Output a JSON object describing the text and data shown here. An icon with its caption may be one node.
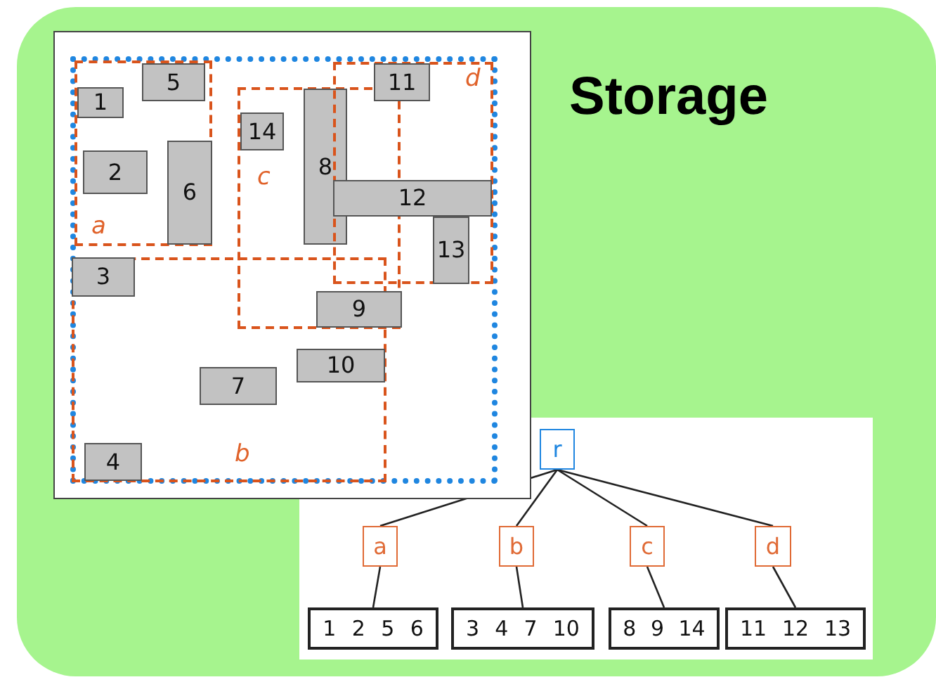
{
  "diagram": {
    "title": "Storage",
    "nodes": [
      {
        "text": [],
        "shape": "box"
      },
      {
        "text": [
          "a"
        ],
        "in": 0
      },
      {
        "text": [
          "b"
        ],
        "in": 0
      },
      {
        "text": [
          "c"
        ],
        "in": 0
      },
      {
        "text": [
          "d"
        ],
        "in": 0
      },
      {
        "text": [
          "1"
        ],
        "in": 1
      },
      {
        "text": [
          "2"
        ],
        "in": 1
      },
      {
        "text": [
          "3"
        ],
        "in": 2
      },
      {
        "text": [
          "4"
        ],
        "in": 2
      },
      {
        "text": [
          "5"
        ],
        "in": 1
      },
      {
        "text": [
          "6"
        ],
        "in": 1
      },
      {
        "text": [
          "7"
        ],
        "in": 2
      },
      {
        "text": [
          "8"
        ],
        "in": 3
      },
      {
        "text": [
          "9"
        ],
        "in": 3
      },
      {
        "text": [
          "10"
        ],
        "in": 2
      },
      {
        "text": [
          "11"
        ],
        "in": 4
      },
      {
        "text": [
          "12"
        ],
        "in": 4
      },
      {
        "text": [
          "13"
        ],
        "in": 4
      },
      {
        "text": [
          "14"
        ],
        "in": 3
      },
      {
        "text": [
          "r"
        ]
      },
      {
        "text": [
          "a"
        ]
      },
      {
        "text": [
          "b"
        ]
      },
      {
        "text": [
          "c"
        ]
      },
      {
        "text": [
          "d"
        ]
      },
      {
        "text": [
          "1",
          "2",
          "5",
          "6"
        ]
      },
      {
        "text": [
          "3",
          "4",
          "7",
          "10"
        ]
      },
      {
        "text": [
          "8",
          "9",
          "14"
        ]
      },
      {
        "text": [
          "11",
          "12",
          "13"
        ]
      }
    ],
    "edges": [
      {
        "from": 19,
        "to": 20,
        "arrow": "none"
      },
      {
        "from": 19,
        "to": 21,
        "arrow": "none"
      },
      {
        "from": 19,
        "to": 22,
        "arrow": "none"
      },
      {
        "from": 19,
        "to": 23,
        "arrow": "none"
      },
      {
        "from": 20,
        "to": 24,
        "arrow": "none"
      },
      {
        "from": 21,
        "to": 25,
        "arrow": "none"
      },
      {
        "from": 22,
        "to": 26,
        "arrow": "none"
      },
      {
        "from": 23,
        "to": 27,
        "arrow": "none"
      }
    ]
  }
}
